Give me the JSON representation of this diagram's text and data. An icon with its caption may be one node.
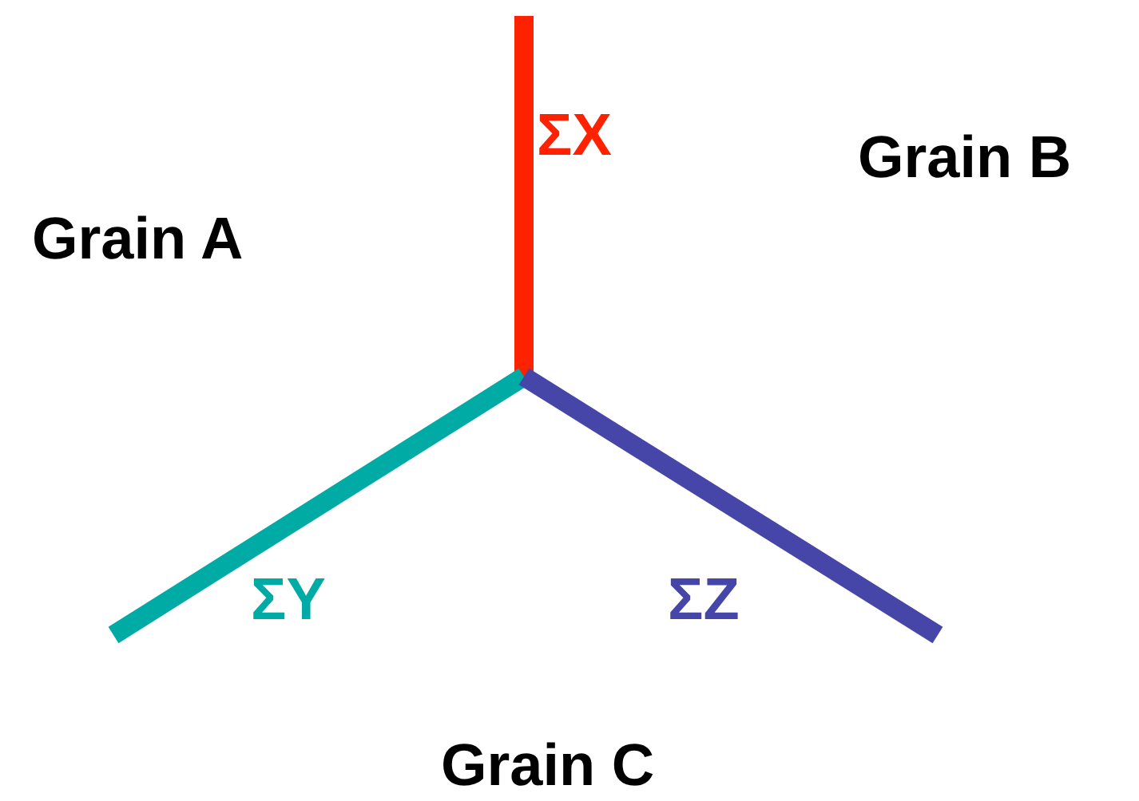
{
  "diagram": {
    "labels": [
      "ΣX",
      "Grain B",
      "Grain A",
      "ΣY",
      "ΣZ",
      "Grain C"
    ]
  }
}
